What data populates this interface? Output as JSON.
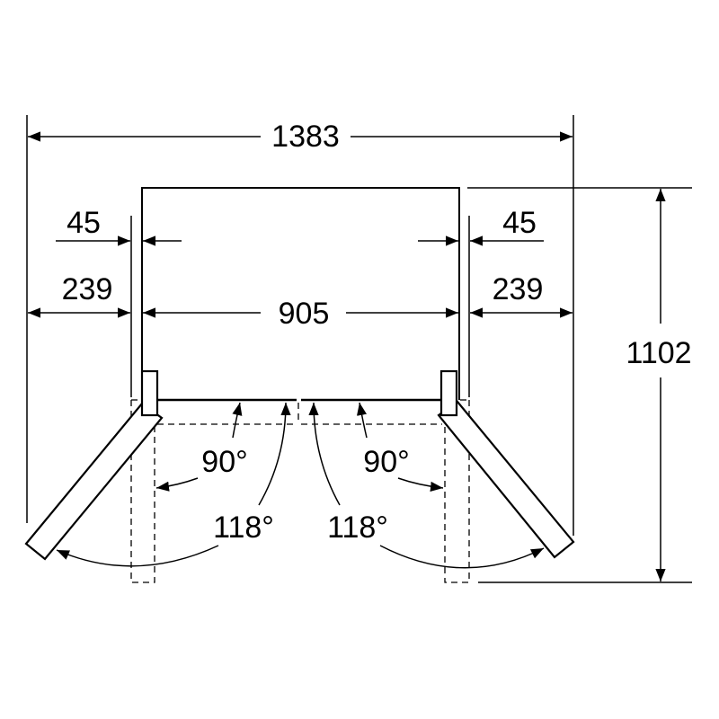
{
  "dimensions": {
    "total_width": "1383",
    "body_width": "905",
    "side_clearance_left": "239",
    "side_clearance_right": "239",
    "hinge_offset_left": "45",
    "hinge_offset_right": "45",
    "total_depth": "1102"
  },
  "angles": {
    "left_90": "90°",
    "right_90": "90°",
    "left_118": "118°",
    "right_118": "118°"
  }
}
